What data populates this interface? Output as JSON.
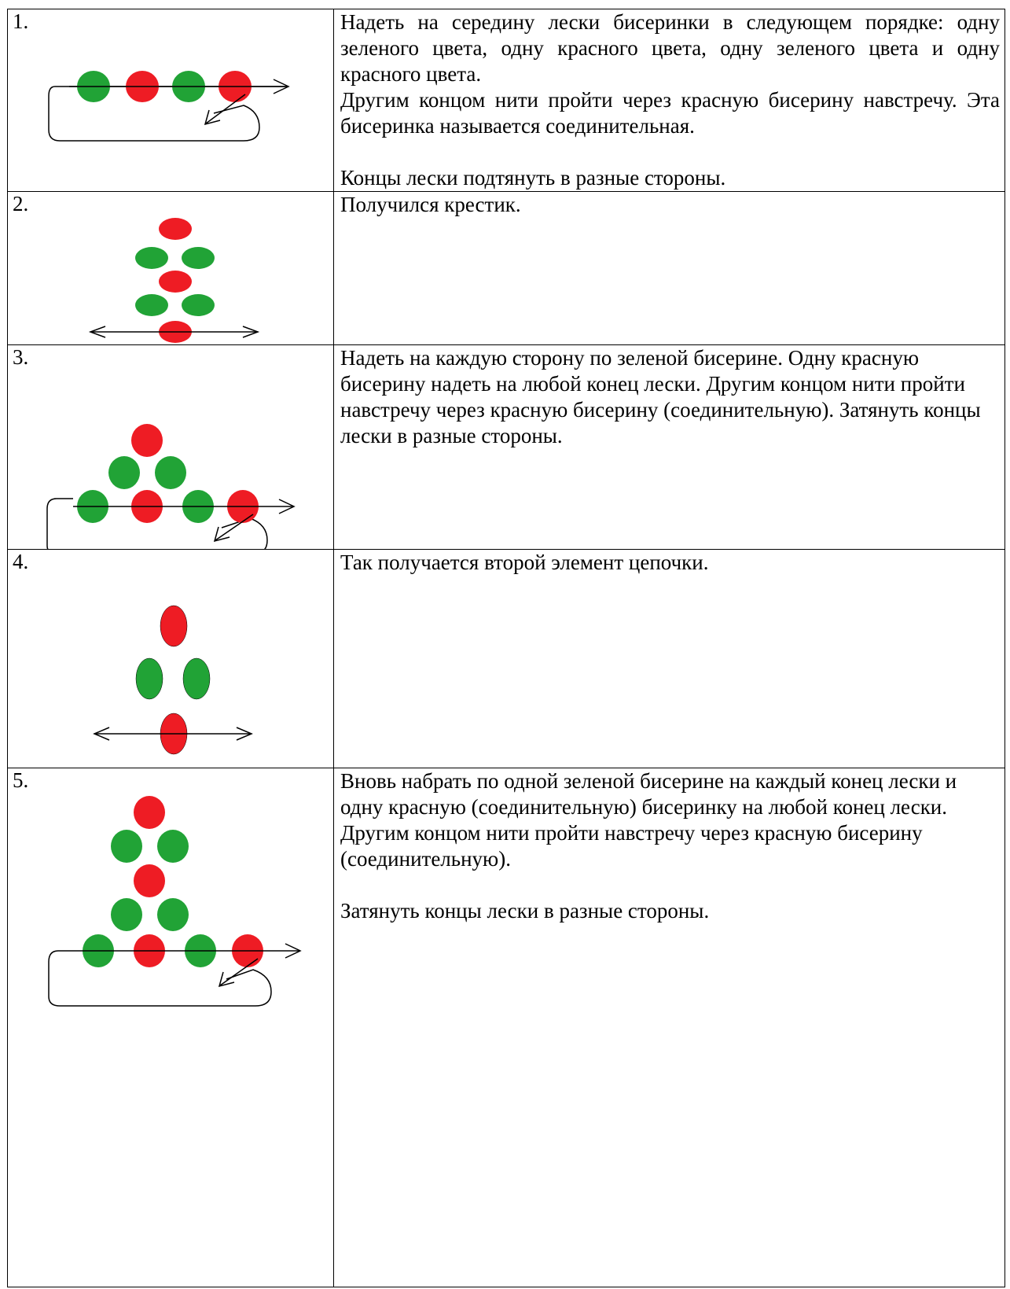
{
  "colors": {
    "green": "#21a336",
    "red": "#ee1c24",
    "line": "#000000"
  },
  "steps": [
    {
      "number": "1.",
      "paragraphs": [
        "Надеть на середину лески бисеринки в следующем порядке: одну зеленого цвета, одну красного цвета, одну зеленого цвета и одну красного цвета.",
        "Другим концом нити пройти через красную бисерину навстречу. Эта бисеринка называется соединительная.",
        "Концы лески подтянуть в разные стороны."
      ]
    },
    {
      "number": "2.",
      "paragraphs": [
        "Получился крестик."
      ]
    },
    {
      "number": "3.",
      "paragraphs": [
        "Надеть на каждую сторону по зеленой бисерине. Одну красную бисерину надеть на любой конец лески. Другим концом нити пройти навстречу через красную бисерину (соединительную). Затянуть концы лески в разные стороны."
      ]
    },
    {
      "number": "4.",
      "paragraphs": [
        "Так получается второй элемент цепочки."
      ]
    },
    {
      "number": "5.",
      "paragraphs": [
        "Вновь набрать по одной зеленой бисерине на каждый конец лески и одну красную (соединительную) бисеринку на любой конец лески. Другим концом нити пройти навстречу через красную бисерину (соединительную).",
        "Затянуть концы лески в разные стороны."
      ]
    }
  ]
}
